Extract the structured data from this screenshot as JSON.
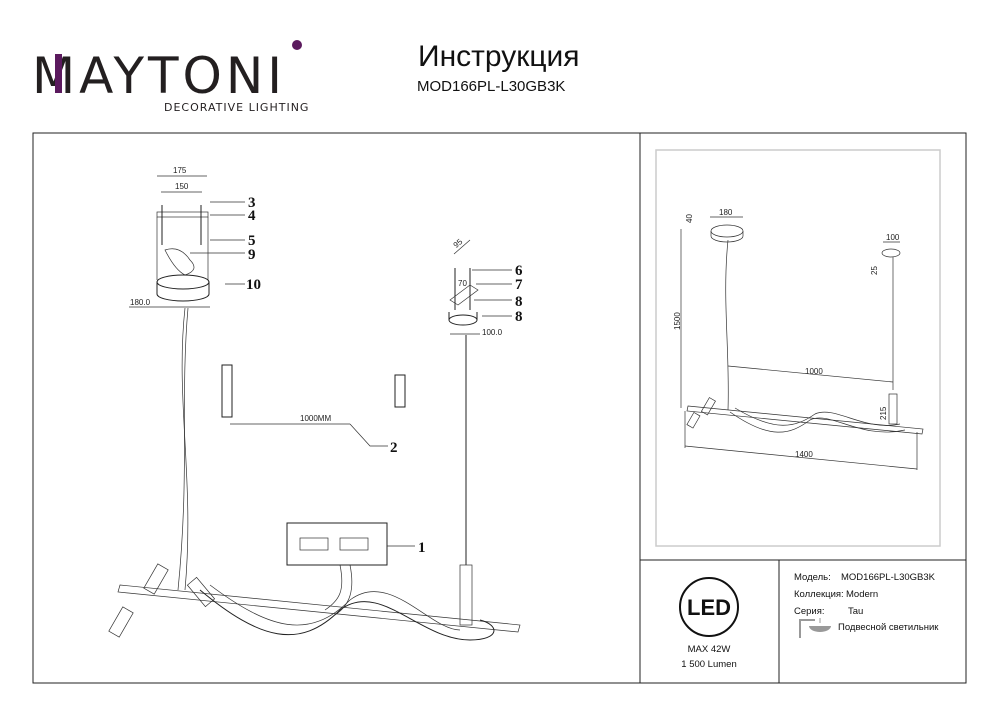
{
  "brand": {
    "name": "MAYTONI",
    "tagline": "DECORATIVE LIGHTING",
    "accent_color": "#5b1a5e"
  },
  "header": {
    "title": "Инструкция",
    "model": "MOD166PL-L30GB3K"
  },
  "assembly": {
    "dims": {
      "d175": "175",
      "d150": "150",
      "d180": "180.0",
      "d95": "95",
      "d70": "70",
      "d100": "100.0",
      "d1000": "1000MM"
    },
    "parts": [
      "1",
      "2",
      "3",
      "4",
      "5",
      "6",
      "7",
      "8",
      "8",
      "9",
      "10"
    ]
  },
  "overview": {
    "dims": {
      "canopy_big": "180",
      "canopy_big_h": "40",
      "height": "1500",
      "canopy_small": "100",
      "canopy_small_h": "25",
      "span": "1000",
      "drop": "215",
      "length": "1400"
    }
  },
  "led": {
    "label": "LED",
    "power": "MAX 42W",
    "lumen": "1 500 Lumen"
  },
  "specs": {
    "model_label": "Модель:",
    "model_value": "MOD166PL-L30GB3K",
    "collection_label": "Коллекция:",
    "collection_value": "Modern",
    "series_label": "Серия:",
    "series_value": "Tau",
    "type_value": "Подвесной светильник"
  }
}
